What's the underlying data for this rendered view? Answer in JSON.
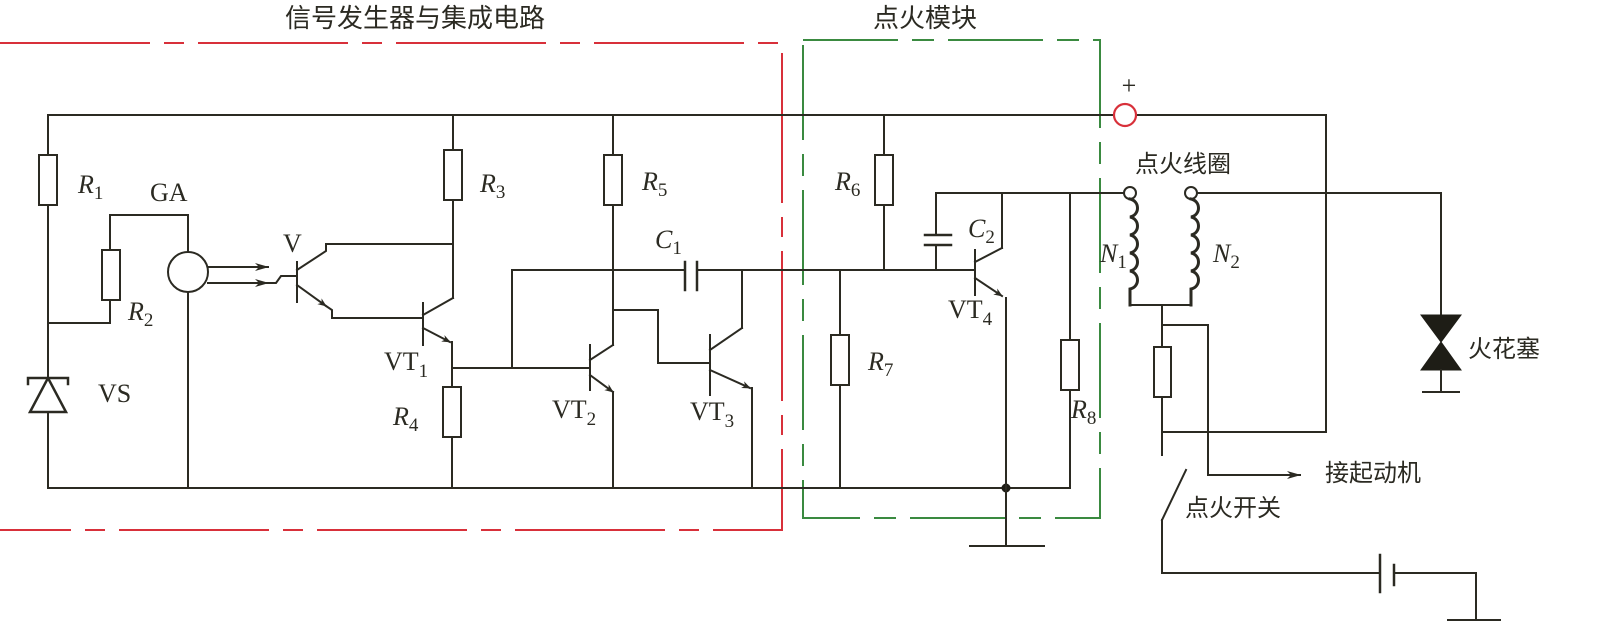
{
  "diagram": {
    "type": "electronic ignition circuit schematic",
    "colors": {
      "wire": "#2b2a22",
      "signal_box": "#d8303a",
      "ignition_module_box": "#3a8a40",
      "positive_terminal": "#d8303a"
    },
    "sections": {
      "signal_generator": {
        "title": "信号发生器与集成电路"
      },
      "ignition_module": {
        "title": "点火模块"
      }
    },
    "terminals": {
      "positive": "+"
    },
    "components": {
      "R1": {
        "letter": "R",
        "sub": "1"
      },
      "R2": {
        "letter": "R",
        "sub": "2"
      },
      "R3": {
        "letter": "R",
        "sub": "3"
      },
      "R4": {
        "letter": "R",
        "sub": "4"
      },
      "R5": {
        "letter": "R",
        "sub": "5"
      },
      "R6": {
        "letter": "R",
        "sub": "6"
      },
      "R7": {
        "letter": "R",
        "sub": "7"
      },
      "R8": {
        "letter": "R",
        "sub": "8"
      },
      "C1": {
        "letter": "C",
        "sub": "1"
      },
      "C2": {
        "letter": "C",
        "sub": "2"
      },
      "N1": {
        "letter": "N",
        "sub": "1"
      },
      "N2": {
        "letter": "N",
        "sub": "2"
      },
      "GA": {
        "label": "GA"
      },
      "V": {
        "label": "V"
      },
      "VS": {
        "label": "VS"
      },
      "VT1": {
        "letter": "VT",
        "sub": "1"
      },
      "VT2": {
        "letter": "VT",
        "sub": "2"
      },
      "VT3": {
        "letter": "VT",
        "sub": "3"
      },
      "VT4": {
        "letter": "VT",
        "sub": "4"
      }
    },
    "external_labels": {
      "ignition_coil": "点火线圈",
      "spark_plug": "火花塞",
      "to_starter": "接起动机",
      "ignition_switch": "点火开关"
    }
  }
}
